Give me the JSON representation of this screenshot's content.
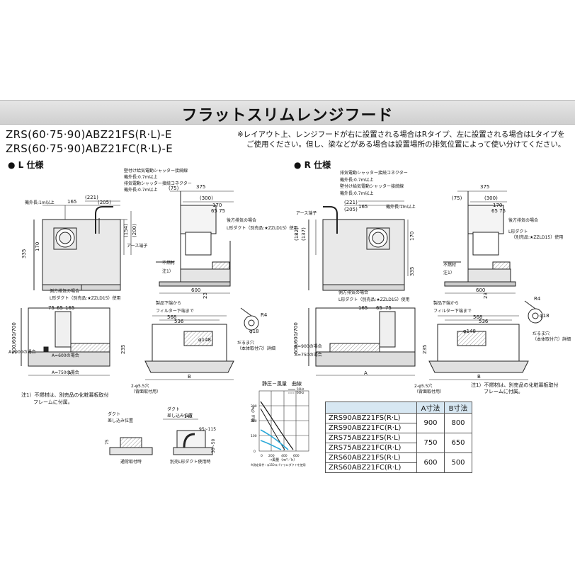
{
  "title": "フラットスリムレンジフード",
  "models": {
    "line1": "ZRS(60·75·90)ABZ21FS(R·L)-E",
    "line2": "ZRS(60·75·90)ABZ21FC(R·L)-E"
  },
  "layout_note": {
    "line1": "※レイアウト上、レンジフードが右に設置される場合はRタイプ、左に設置される場合はLタイプを",
    "line2": "ご使用ください。但し、梁などがある場合は設置場所の排気位置によって使い分けてください。"
  },
  "left_spec": {
    "heading": "● L 仕様",
    "labels": {
      "wall_shutter": "壁付け給気電動シャッター接続線",
      "outside_len1": "機外長:0.7m以上",
      "exhaust_shutter": "排気電動シャッター接続コネクター",
      "outside_len2": "機外長:0.7m以上",
      "outside_len3": "機外長:1m以上",
      "earth": "アース端子",
      "rear_exhaust": "後方排気の場合",
      "l_duct": "L形ダクト（別売品:★ZZLD15）使用",
      "non_combustible": "不燃材",
      "note1": "注1）",
      "side_exhaust": "側方排気の場合",
      "side_duct": "L形ダクト（別売品:★ZZLD15）使用",
      "product_bottom": "製品下端から",
      "filter_bottom": "フィルター下端まで",
      "case_a900": "A=900の場合",
      "case_a600": "A=600の場合",
      "case_a750": "A=750の場合",
      "hole": "2-φ5.5穴",
      "hole_note": "（背面取付用）",
      "hang_hole": "だるま穴",
      "hang_hole_note": "（本体取付穴）詳細"
    },
    "dims": [
      "165",
      "(221)",
      "(205)",
      "375",
      "(300)",
      "170",
      "65",
      "75",
      "(154)",
      "(200)",
      "335",
      "170",
      "(75)",
      "600",
      "23",
      "φ148",
      "568",
      "536",
      "235",
      "75",
      "65",
      "165",
      "500/600/700",
      "φ148",
      "A",
      "B",
      "12",
      "R4",
      "φ18"
    ]
  },
  "right_spec": {
    "heading": "● R 仕様",
    "labels": {
      "exhaust_shutter": "排気電動シャッター接続コネクター",
      "outside_len1": "機外長:0.7m以上",
      "wall_shutter": "壁付け給気電動シャッター接続線",
      "outside_len2": "機外長:0.7m以上",
      "earth": "アース端子",
      "outside_len3": "機外長:1m以上",
      "rear_exhaust": "後方排気の場合",
      "l_duct": "L形ダクト",
      "l_duct_note": "（別売品:★ZZLD15）使用",
      "non_combustible": "不燃材",
      "note1": "注1）",
      "side_exhaust": "側方排気の場合",
      "side_duct": "L形ダクト（別売品:★ZZLD15）使用",
      "product_bottom": "製品下端から",
      "filter_bottom": "フィルター下端まで",
      "case_a900": "A=900の場合",
      "case_a750": "A=750の場合",
      "hole": "2-φ5.5穴",
      "hole_note": "（背面取付用）",
      "hang_hole": "だるま穴",
      "hang_hole_note": "（本体取付穴）詳細"
    }
  },
  "footnote_left": {
    "line1": "注1）不燃材は、別売品の化粧幕板取付",
    "line2": "フレームに付属。"
  },
  "footnote_right": {
    "line1": "注1）不燃材は、別売品の化粧幕板取付",
    "line2": "フレームに付属。"
  },
  "duct_detail": {
    "duct1": "ダクト",
    "insert1": "差し込み位置",
    "duct2": "ダクト",
    "insert2": "差し込み位置",
    "normal": "通常取付時",
    "l_duct_use": "別売L形ダクト使用時",
    "dims": [
      "140",
      "95~115",
      "75",
      "30~50"
    ]
  },
  "fan_chart": {
    "title": "静圧－風量　曲線",
    "xlabel": "→風量（m³／h）",
    "ylabel": "静圧（Pa）",
    "legend_50": "50Hz",
    "legend_60": "60Hz",
    "note": "※測定条件：φ150スパイラルダクトを使用"
  },
  "spec_table": {
    "headers": [
      "",
      "A寸法",
      "B寸法"
    ],
    "rows": [
      {
        "models": [
          "ZRS90ABZ21FS(R·L)",
          "ZRS90ABZ21FC(R·L)"
        ],
        "a": "900",
        "b": "800"
      },
      {
        "models": [
          "ZRS75ABZ21FS(R·L)",
          "ZRS75ABZ21FC(R·L)"
        ],
        "a": "750",
        "b": "650"
      },
      {
        "models": [
          "ZRS60ABZ21FS(R·L)",
          "ZRS60ABZ21FC(R·L)"
        ],
        "a": "600",
        "b": "500"
      }
    ]
  },
  "colors": {
    "title_bg": "#d6d6d6",
    "table_header": "#d7e7f2",
    "drawing_line": "#222222",
    "hatch": "#9a9a9a",
    "chart_cyan": "#2aa8d8"
  }
}
